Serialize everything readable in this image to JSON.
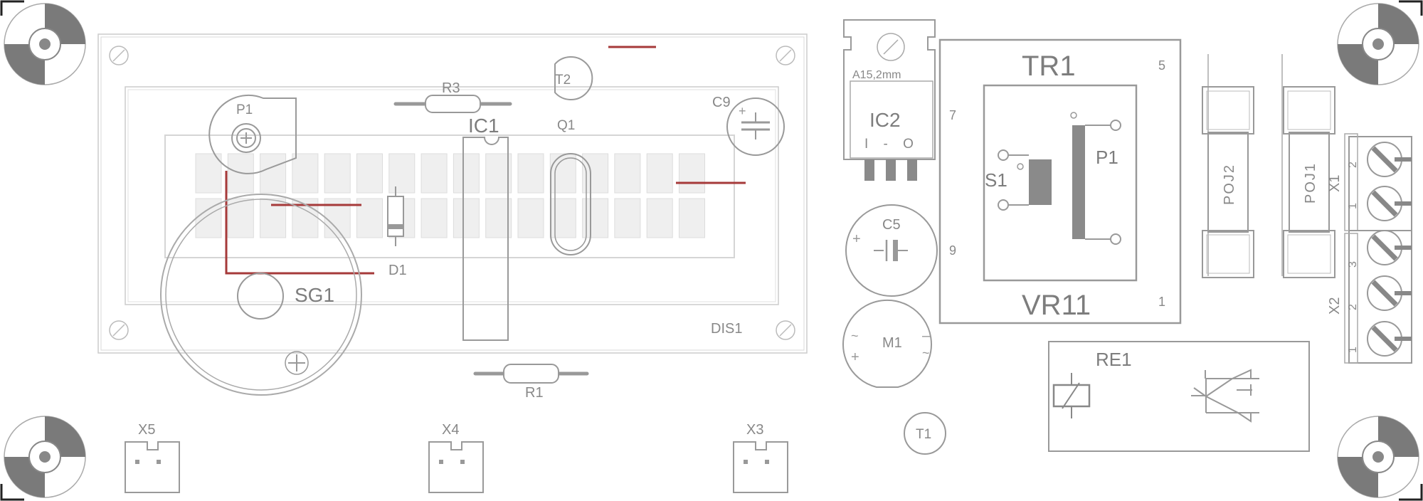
{
  "title": "",
  "components": {
    "display": {
      "ref": "DIS1"
    },
    "pot": {
      "ref": "P1"
    },
    "res3": {
      "ref": "R3"
    },
    "res1": {
      "ref": "R1"
    },
    "ic1": {
      "ref": "IC1"
    },
    "t2": {
      "ref": "T2"
    },
    "q1": {
      "ref": "Q1"
    },
    "c9": {
      "ref": "C9"
    },
    "d1": {
      "ref": "D1"
    },
    "sg1": {
      "ref": "SG1"
    },
    "ic2": {
      "ref": "IC2",
      "note": "A15,2mm",
      "pins": "I - O"
    },
    "c5": {
      "ref": "C5"
    },
    "m1": {
      "ref": "M1"
    },
    "tr1": {
      "ref": "TR1",
      "ref2": "VR11",
      "pin5": "5",
      "pin7": "7",
      "pin9": "9",
      "pin1": "1",
      "p1": "P1",
      "s1": "S1"
    },
    "poj2": {
      "ref": "POJ2"
    },
    "poj1": {
      "ref": "POJ1"
    },
    "x1": {
      "ref": "X1",
      "p2": "2",
      "p1": "1"
    },
    "x2": {
      "ref": "X2",
      "p3": "3",
      "p2": "2",
      "p1": "1"
    },
    "re1": {
      "ref": "RE1"
    },
    "t1": {
      "ref": "T1"
    },
    "x5": {
      "ref": "X5"
    },
    "x4": {
      "ref": "X4"
    },
    "x3": {
      "ref": "X3"
    }
  },
  "colors": {
    "trace": "#a63a3a",
    "outline": "#9a9a9a",
    "fiducial": "#7a7a7a"
  }
}
